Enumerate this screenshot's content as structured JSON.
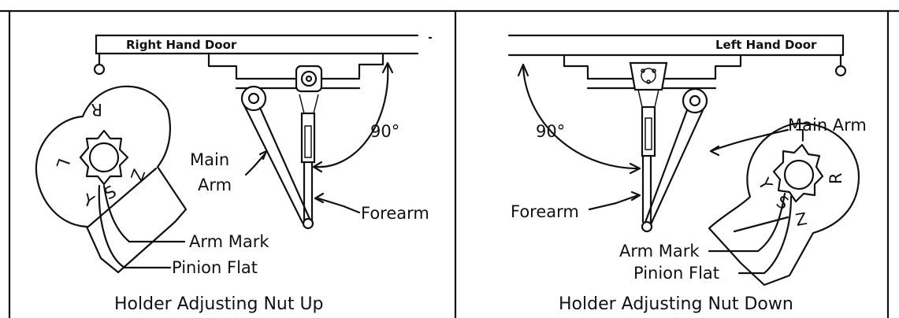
{
  "panels": {
    "right": {
      "door_label": "Right Hand Door",
      "caption": "Holder Adjusting Nut Up",
      "angle": "90°",
      "main_arm_line1": "Main",
      "main_arm_line2": "Arm",
      "forearm": "Forearm",
      "arm_mark": "Arm Mark",
      "pinion_flat": "Pinion Flat",
      "pinion_letters": {
        "top": "R",
        "left": "L",
        "right": "Z",
        "bottom_y": "Y",
        "bottom_s": "S"
      }
    },
    "left": {
      "door_label": "Left Hand Door",
      "caption": "Holder Adjusting Nut Down",
      "angle": "90°",
      "main_arm": "Main Arm",
      "forearm": "Forearm",
      "arm_mark": "Arm Mark",
      "pinion_flat": "Pinion Flat",
      "pinion_letters": {
        "top": "L",
        "right": "R",
        "left_y": "Y",
        "bottom_s": "S",
        "bottom_z": "Z"
      }
    }
  }
}
